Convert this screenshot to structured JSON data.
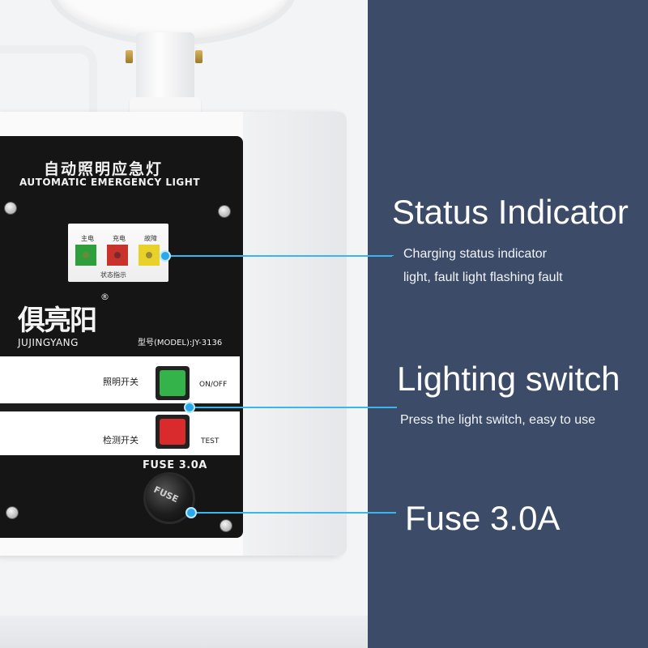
{
  "colors": {
    "panel_background": "#3c4b68",
    "callout_line": "#38b6f0",
    "led_main_power": "#2f9e3c",
    "led_charging": "#c8322c",
    "led_fault": "#e8d22a",
    "on_off_button": "#34b34a",
    "test_button": "#d92b2b"
  },
  "device": {
    "title_zh": "自动照明应急灯",
    "title_en": "AUTOMATIC EMERGENCY LIGHT",
    "leds": [
      {
        "label": "主电",
        "color": "green"
      },
      {
        "label": "充电",
        "color": "red"
      },
      {
        "label": "故障",
        "color": "yellow"
      }
    ],
    "indicator_caption": "状态指示",
    "brand_zh": "俱亮阳",
    "brand_reg": "®",
    "brand_en": "JUJINGYANG",
    "model": "型号(MODEL):JY-3136",
    "switch1_label": "照明开关",
    "switch1_caption": "ON/OFF",
    "switch2_label": "检测开关",
    "switch2_caption": "TEST",
    "fuse_label": "FUSE 3.0A",
    "fuse_cap_text": "FUSE"
  },
  "callouts": {
    "status": {
      "title": "Status Indicator",
      "line1": "Charging status indicator",
      "line2": "light, fault light flashing fault"
    },
    "switch": {
      "title": "Lighting switch",
      "line1": "Press the light switch, easy to use"
    },
    "fuse": {
      "title": "Fuse 3.0A"
    }
  }
}
